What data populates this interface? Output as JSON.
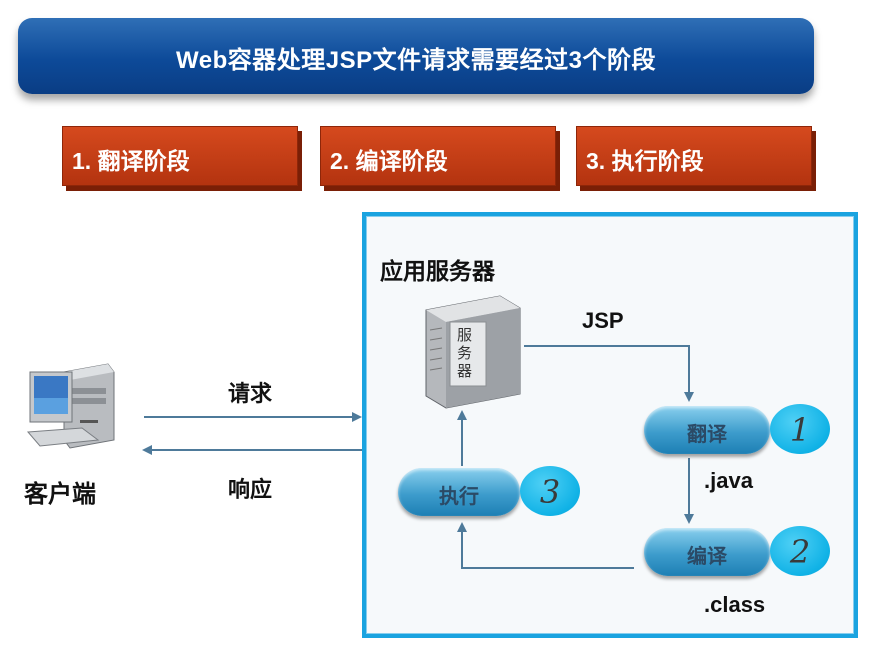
{
  "banner": {
    "title": "Web容器处理JSP文件请求需要经过3个阶段"
  },
  "phases": [
    "1. 翻译阶段",
    "2. 编译阶段",
    "3. 执行阶段"
  ],
  "client": {
    "label": "客户端"
  },
  "arrows": {
    "request": "请求",
    "response": "响应"
  },
  "server_box": {
    "title": "应用服务器"
  },
  "server": {
    "label_chars": [
      "服",
      "务",
      "器"
    ]
  },
  "flow": {
    "jsp_label": "JSP",
    "java_label": ".java",
    "class_label": ".class",
    "steps": [
      {
        "label": "翻译",
        "number": "1"
      },
      {
        "label": "编译",
        "number": "2"
      },
      {
        "label": "执行",
        "number": "3"
      }
    ]
  },
  "colors": {
    "banner": "#0d4a99",
    "phase": "#c53d15",
    "server_box_border": "#1aa3e0",
    "step_pill": "#3d9ccc",
    "step_badge": "#10b2e6",
    "arrow": "#4e7a9a"
  }
}
